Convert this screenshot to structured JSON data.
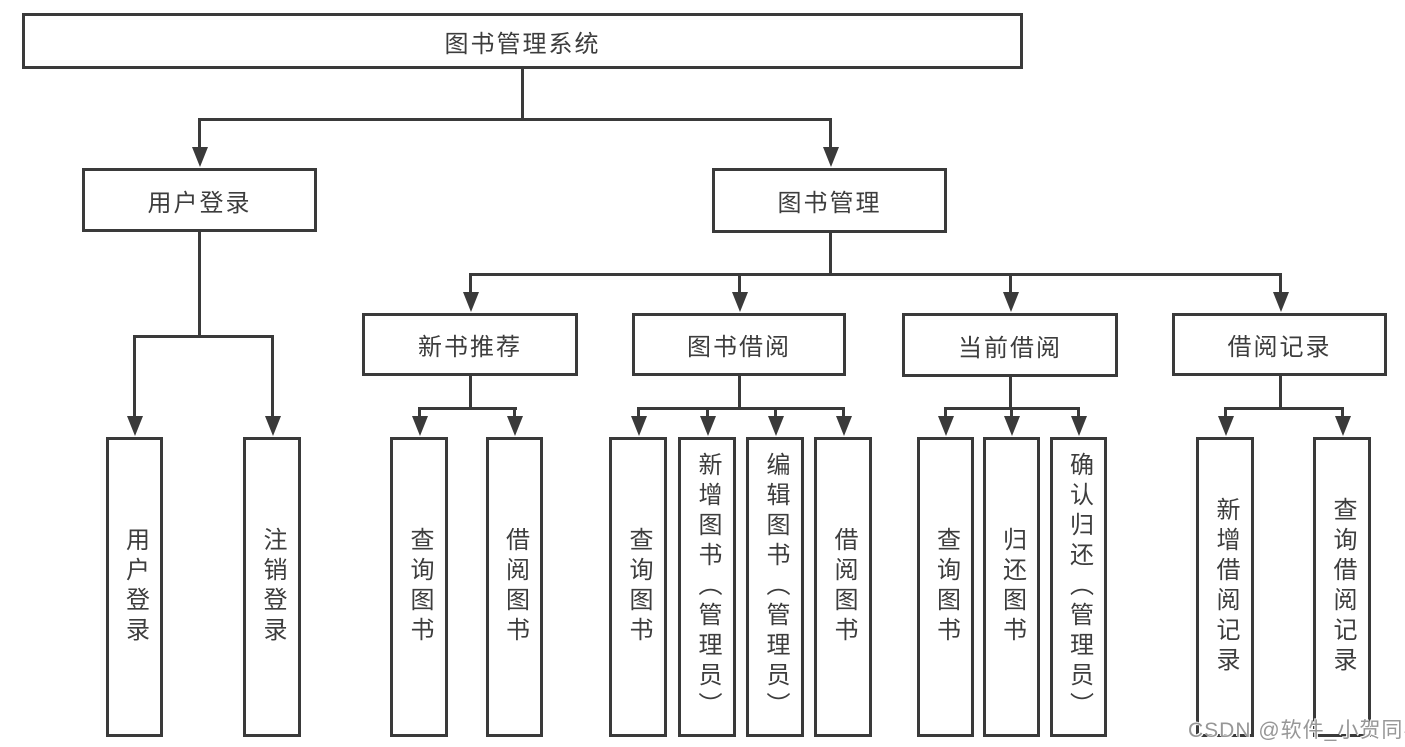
{
  "diagram": {
    "root": "图书管理系统",
    "level1": {
      "user_login": "用户登录",
      "book_mgmt": "图书管理"
    },
    "sections": {
      "new_books": "新书推荐",
      "book_borrow": "图书借阅",
      "current_borrow": "当前借阅",
      "borrow_records": "借阅记录"
    },
    "leaves": {
      "user_login": [
        "用户登录",
        "注销登录"
      ],
      "new_books": [
        "查询图书",
        "借阅图书"
      ],
      "book_borrow": [
        "查询图书",
        "新增图书（管理员）",
        "编辑图书（管理员）",
        "借阅图书"
      ],
      "current_borrow": [
        "查询图书",
        "归还图书",
        "确认归还（管理员）"
      ],
      "borrow_records": [
        "新增借阅记录",
        "查询借阅记录"
      ]
    }
  },
  "watermark": {
    "text": "CSDN @软件_小贺同学"
  },
  "colors": {
    "line": "#3a3a3a",
    "text": "#3d3d3d",
    "watermark": "#979797",
    "background": "#ffffff"
  }
}
